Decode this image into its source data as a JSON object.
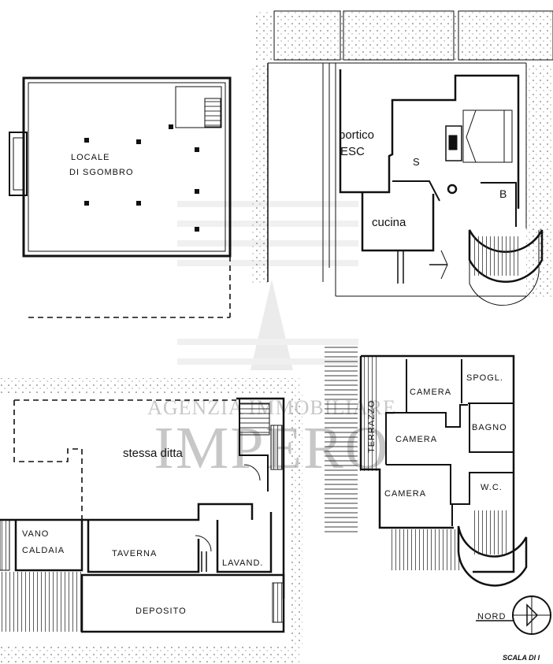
{
  "floor_plan": {
    "labels": {
      "locale_line1": "LOCALE",
      "locale_line2": "DI SGOMBRO",
      "portico": "portico",
      "esc": "ESC",
      "s": "S",
      "cucina": "cucina",
      "b": "B",
      "camera": "CAMERA",
      "spogl": "SPOGL.",
      "terrazzo": "TERRAZZO",
      "bagno": "BAGNO",
      "wc": "W.C.",
      "stessa_ditta": "stessa ditta",
      "vano": "VANO",
      "caldaia": "CALDAIA",
      "taverna": "TAVERNA",
      "lavand": "LAVAND.",
      "deposito": "DEPOSITO",
      "nord": "NORD",
      "scala": "SCALA DI I"
    },
    "watermark": {
      "line1": "AGENZIA IMMOBILIARE",
      "line2": "IMPERO"
    },
    "colors": {
      "ink": "#111111",
      "watermark": "#9a9a9a"
    }
  }
}
